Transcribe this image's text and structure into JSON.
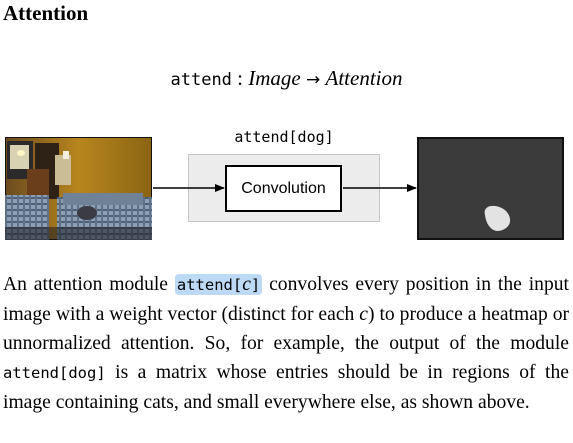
{
  "heading": "Attention",
  "signature": {
    "module": "attend",
    "colon": ":",
    "input_type": "Image",
    "arrow": "→",
    "output_type": "Attention"
  },
  "diagram": {
    "module_label": "attend[dog]",
    "inner_box_label": "Convolution",
    "input_image": "photo of a living room with a couch and a dog",
    "output_image": "dark heatmap with a bright blob"
  },
  "paragraph": {
    "p1": "An attention module ",
    "code_prefix": "attend[",
    "var": "c",
    "code_suffix": "]",
    "p2": " convolves every position in the input image with a weight vector (distinct for each ",
    "p3": ") to produce a heatmap or unnormalized attention. So, for example, the output of the module ",
    "code2": "attend[dog]",
    "p4": " is a matrix whose entries should be in regions of the image containing cats, and small everywhere else, as shown above."
  },
  "colors": {
    "highlight": "#bcd9f6",
    "outer_box_fill": "#ececec",
    "heatmap_bg": "#3b3b3b",
    "heatmap_blob": "#e3e3e3"
  }
}
